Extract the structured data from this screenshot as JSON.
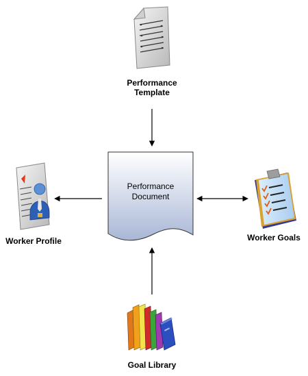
{
  "nodes": {
    "template": {
      "line1": "Performance",
      "line2": "Template",
      "icon": "document-page-icon"
    },
    "document": {
      "line1": "Performance",
      "line2": "Document",
      "icon": "wavy-document-shape"
    },
    "profile": {
      "label": "Worker Profile",
      "icon": "worker-profile-card-icon"
    },
    "goals": {
      "label": "Worker Goals",
      "icon": "clipboard-checklist-icon"
    },
    "library": {
      "label": "Goal Library",
      "icon": "books-icon"
    }
  },
  "edges": [
    {
      "from": "template",
      "to": "document",
      "direction": "one-way"
    },
    {
      "from": "document",
      "to": "profile",
      "direction": "one-way"
    },
    {
      "from": "document",
      "to": "goals",
      "direction": "two-way"
    },
    {
      "from": "library",
      "to": "document",
      "direction": "one-way"
    }
  ],
  "colors": {
    "arrow": "#000000",
    "document_top": "#ffffff",
    "document_bottom": "#a9b7d6",
    "document_stroke": "#333333"
  }
}
